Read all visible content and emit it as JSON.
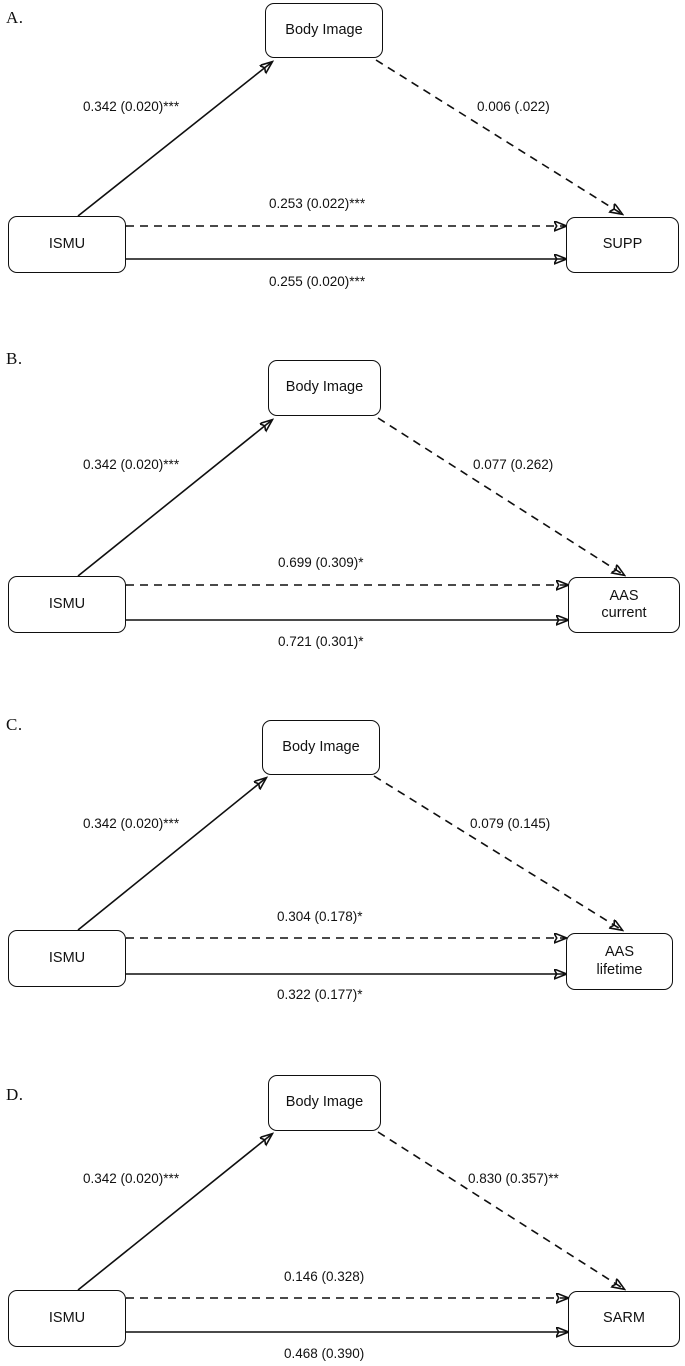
{
  "figure": {
    "type": "mediation-path-diagram-set",
    "panel_count": 4,
    "shared_mediator_label": "Body Image",
    "shared_predictor_label": "ISMU"
  },
  "panels": [
    {
      "letter": "A.",
      "mediator": "Body Image",
      "predictor": "ISMU",
      "outcome": "SUPP",
      "paths": {
        "a_path": "0.342 (0.020)***",
        "b_path": "0.006 (.022)",
        "direct_path": "0.253 (0.022)***",
        "total_path": "0.255 (0.020)***"
      }
    },
    {
      "letter": "B.",
      "mediator": "Body Image",
      "predictor": "ISMU",
      "outcome": "AAS\ncurrent",
      "paths": {
        "a_path": "0.342 (0.020)***",
        "b_path": "0.077 (0.262)",
        "direct_path": "0.699 (0.309)*",
        "total_path": "0.721 (0.301)*"
      }
    },
    {
      "letter": "C.",
      "mediator": "Body Image",
      "predictor": "ISMU",
      "outcome": "AAS\nlifetime",
      "paths": {
        "a_path": "0.342 (0.020)***",
        "b_path": "0.079 (0.145)",
        "direct_path": "0.304 (0.178)*",
        "total_path": "0.322 (0.177)*"
      }
    },
    {
      "letter": "D.",
      "mediator": "Body Image",
      "predictor": "ISMU",
      "outcome": "SARM",
      "paths": {
        "a_path": "0.342 (0.020)***",
        "b_path": "0.830 (0.357)**",
        "direct_path": "0.146 (0.328)",
        "total_path": "0.468 (0.390)"
      }
    }
  ],
  "style": {
    "line_color": "#0f0f0f",
    "node_fill": "#ffffff",
    "background": "#ffffff"
  }
}
